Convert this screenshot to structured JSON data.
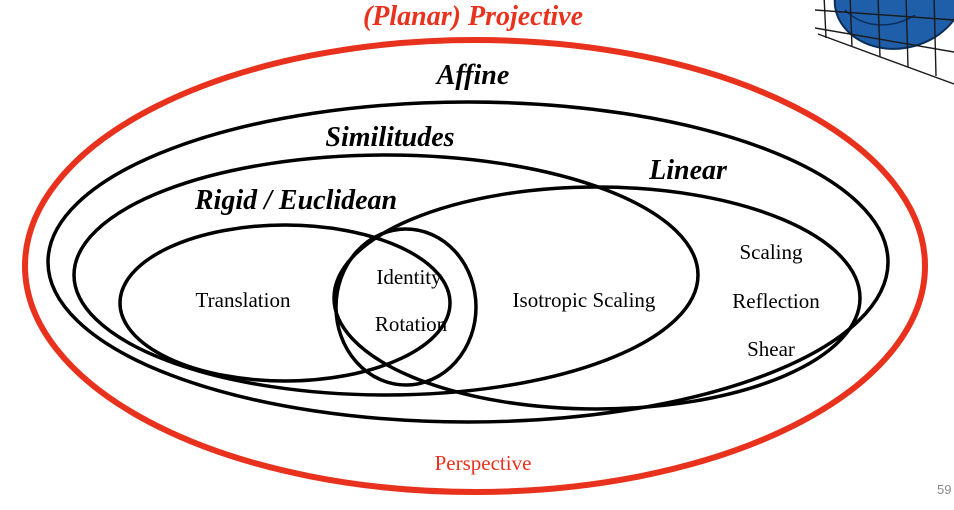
{
  "colors": {
    "projective": "#e8321e",
    "outline": "#000000",
    "thumbnail_blue": "#1f5ea8"
  },
  "sets": {
    "projective": {
      "title": "(Planar) Projective",
      "member": "Perspective"
    },
    "affine": {
      "title": "Affine"
    },
    "similitudes": {
      "title": "Similitudes",
      "member": "Isotropic Scaling"
    },
    "linear": {
      "title": "Linear",
      "members": [
        "Scaling",
        "Reflection",
        "Shear"
      ]
    },
    "rigid": {
      "title": "Rigid / Euclidean",
      "member": "Translation"
    },
    "intersection": {
      "members": [
        "Identity",
        "Rotation"
      ]
    }
  },
  "page_number": "59",
  "thumbnail": {
    "icon": "warped-grid-thumbnail-icon"
  }
}
